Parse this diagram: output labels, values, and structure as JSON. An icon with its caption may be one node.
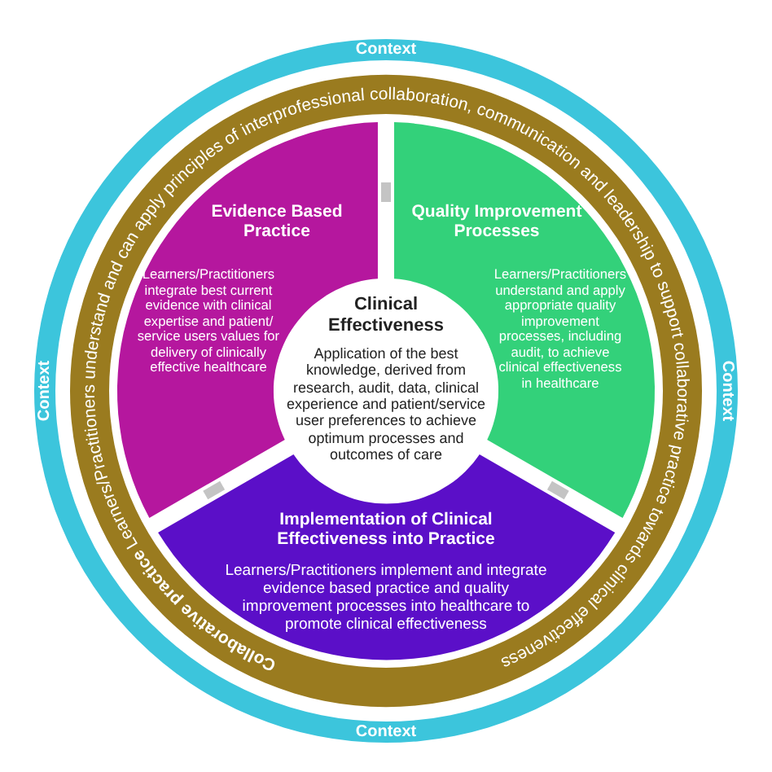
{
  "diagram": {
    "nodes": [
      {
        "text": [
          "Context",
          "Context",
          "Context",
          "Context"
        ]
      },
      {
        "text": [
          "Collaborative practice",
          "Learners/Practitioners understand and can apply principles of interprofessional collaboration, communication and leadership to support collaborative practice towards clinical effectiveness"
        ],
        "in": 0
      },
      {
        "text": [
          "Evidence Based Practice",
          "Learners/Practitioners integrate best current evidence with clinical expertise and patient/ service users values for delivery of clinically effective healthcare"
        ],
        "in": 1
      },
      {
        "text": [
          "Quality Improvement Processes",
          "Learners/Practitioners understand and apply appropriate quality improvement processes, including audit, to achieve clinical effectiveness in healthcare"
        ],
        "in": 1
      },
      {
        "text": [
          "Clinical Effectiveness",
          "Application of the best knowledge, derived from research, audit, data, clinical experience and patient/service user preferences to achieve optimum processes and outcomes of care"
        ],
        "in": 1
      },
      {
        "text": [
          "Implementation of Clinical Effectiveness into Practice",
          "Learners/Practitioners implement and integrate evidence based practice and quality improvement processes into healthcare to promote clinical effectiveness"
        ],
        "in": 1
      }
    ]
  }
}
